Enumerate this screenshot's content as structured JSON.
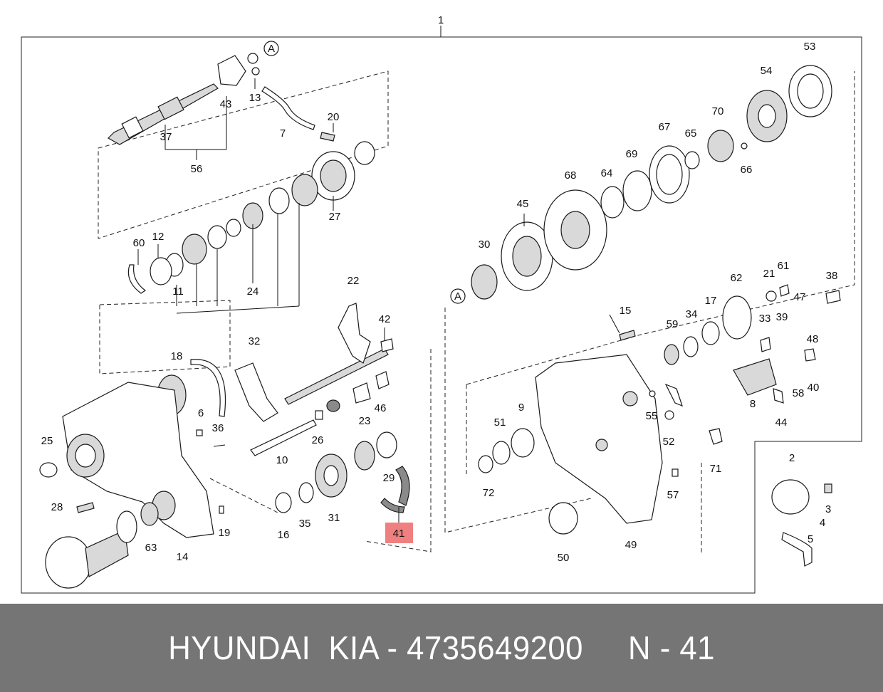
{
  "caption": {
    "brand": "HYUNDAI  KIA",
    "separator": " - ",
    "part_number": "4735649200",
    "ref": "N - 41"
  },
  "highlight": {
    "label": "41",
    "color": "#f08080"
  },
  "labels": [
    "1",
    "2",
    "3",
    "4",
    "5",
    "6",
    "7",
    "8",
    "9",
    "10",
    "11",
    "12",
    "13",
    "14",
    "15",
    "16",
    "17",
    "18",
    "19",
    "20",
    "21",
    "22",
    "23",
    "24",
    "25",
    "26",
    "27",
    "28",
    "29",
    "30",
    "31",
    "32",
    "33",
    "34",
    "35",
    "36",
    "37",
    "38",
    "39",
    "40",
    "42",
    "43",
    "44",
    "45",
    "46",
    "47",
    "48",
    "49",
    "50",
    "51",
    "52",
    "53",
    "54",
    "56",
    "57",
    "58",
    "59",
    "60",
    "61",
    "62",
    "63",
    "64",
    "65",
    "66",
    "67",
    "68",
    "69",
    "70",
    "71",
    "72"
  ],
  "markers": {
    "a1": "A",
    "a2": "A"
  }
}
